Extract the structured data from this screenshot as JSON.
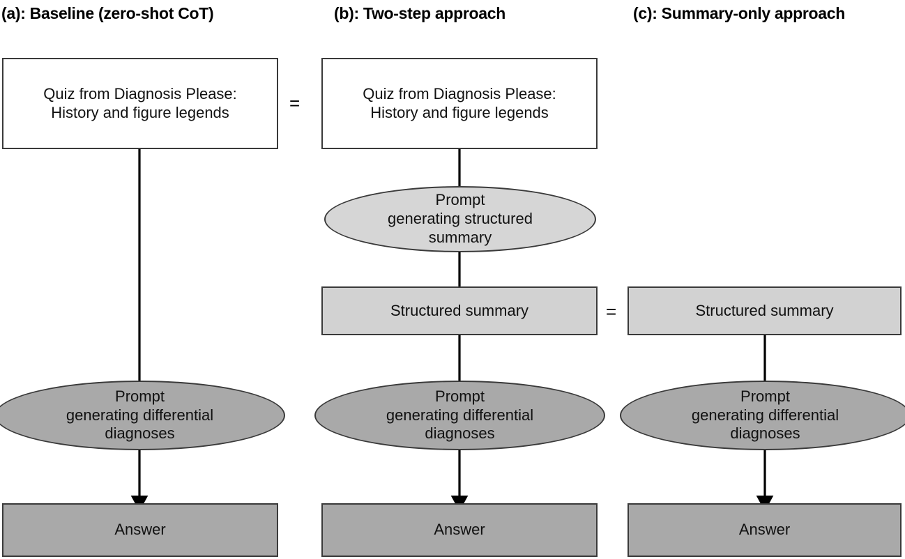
{
  "figure": {
    "type": "flowchart",
    "panels": [
      {
        "id": "a",
        "title": "(a): Baseline (zero-shot CoT)",
        "nodes": [
          {
            "id": "a-quiz",
            "shape": "rectangle",
            "fill": "white",
            "text": "Quiz from Diagnosis Please:\nHistory and figure legends"
          },
          {
            "id": "a-prompt",
            "shape": "ellipse",
            "fill": "dark",
            "text": "Prompt\ngenerating differential\ndiagnoses"
          },
          {
            "id": "a-answer",
            "shape": "rectangle",
            "fill": "dark",
            "text": "Answer"
          }
        ],
        "edges": [
          {
            "from": "a-quiz",
            "to": "a-prompt",
            "arrow": false
          },
          {
            "from": "a-prompt",
            "to": "a-answer",
            "arrow": true
          }
        ]
      },
      {
        "id": "b",
        "title": "(b): Two-step approach",
        "nodes": [
          {
            "id": "b-quiz",
            "shape": "rectangle",
            "fill": "white",
            "text": "Quiz from Diagnosis Please:\nHistory and figure legends"
          },
          {
            "id": "b-prompt1",
            "shape": "ellipse",
            "fill": "light",
            "text": "Prompt\ngenerating structured\nsummary"
          },
          {
            "id": "b-summary",
            "shape": "rectangle",
            "fill": "light",
            "text": "Structured summary"
          },
          {
            "id": "b-prompt2",
            "shape": "ellipse",
            "fill": "dark",
            "text": "Prompt\ngenerating differential\ndiagnoses"
          },
          {
            "id": "b-answer",
            "shape": "rectangle",
            "fill": "dark",
            "text": "Answer"
          }
        ],
        "edges": [
          {
            "from": "b-quiz",
            "to": "b-prompt1",
            "arrow": false
          },
          {
            "from": "b-prompt1",
            "to": "b-summary",
            "arrow": false
          },
          {
            "from": "b-summary",
            "to": "b-prompt2",
            "arrow": false
          },
          {
            "from": "b-prompt2",
            "to": "b-answer",
            "arrow": true
          }
        ]
      },
      {
        "id": "c",
        "title": "(c): Summary-only approach",
        "nodes": [
          {
            "id": "c-summary",
            "shape": "rectangle",
            "fill": "light",
            "text": "Structured summary"
          },
          {
            "id": "c-prompt",
            "shape": "ellipse",
            "fill": "dark",
            "text": "Prompt\ngenerating differential\ndiagnoses"
          },
          {
            "id": "c-answer",
            "shape": "rectangle",
            "fill": "dark",
            "text": "Answer"
          }
        ],
        "edges": [
          {
            "from": "c-summary",
            "to": "c-prompt",
            "arrow": false
          },
          {
            "from": "c-prompt",
            "to": "c-answer",
            "arrow": true
          }
        ]
      }
    ],
    "equality_markers": [
      {
        "id": "eq-quiz",
        "symbol": "=",
        "between": [
          "a-quiz",
          "b-quiz"
        ]
      },
      {
        "id": "eq-summary",
        "symbol": "=",
        "between": [
          "b-summary",
          "c-summary"
        ]
      }
    ],
    "labels": {
      "panel_a_title": "(a): Baseline (zero-shot CoT)",
      "panel_b_title": "(b): Two-step approach",
      "panel_c_title": "(c): Summary-only approach",
      "quiz_line1": "Quiz from Diagnosis Please:",
      "quiz_line2": "History and figure legends",
      "prompt_summary_line1": "Prompt",
      "prompt_summary_line2": "generating structured",
      "prompt_summary_line3": "summary",
      "structured_summary": "Structured summary",
      "prompt_dx_line1": "Prompt",
      "prompt_dx_line2": "generating differential",
      "prompt_dx_line3": "diagnoses",
      "answer": "Answer",
      "equals": "="
    },
    "colors": {
      "white_fill": "#ffffff",
      "light_fill": "#d2d2d2",
      "dark_fill": "#a9a9a9",
      "stroke": "#3a3a3a",
      "text": "#111111",
      "connector": "#000000"
    }
  }
}
